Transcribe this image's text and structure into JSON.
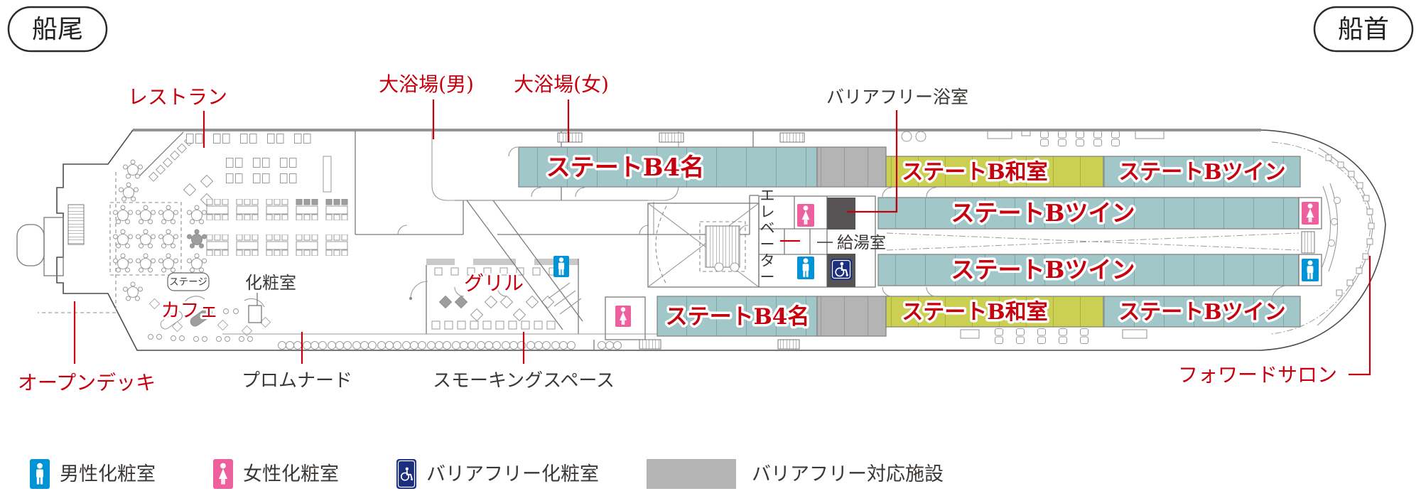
{
  "orientation": {
    "stern": "船尾",
    "bow": "船首"
  },
  "areas": {
    "restaurant": "レストラン",
    "bath_men": "大浴場(男)",
    "bath_women": "大浴場(女)",
    "barrier_free_bath": "バリアフリー浴室",
    "powder_room": "化粧室",
    "stage": "ステージ",
    "cafe": "カフェ",
    "grill": "グリル",
    "open_deck": "オープンデッキ",
    "promenade": "プロムナード",
    "smoking_space": "スモーキングスペース",
    "elevator": "エレベーター",
    "hot_water_room": "給湯室",
    "forward_salon": "フォワードサロン"
  },
  "cabins": {
    "state_b4": "ステートB4名",
    "state_b_washitsu": "ステートB和室",
    "state_b_twin": "ステートBツイン"
  },
  "legend": [
    {
      "icon": "mens-restroom-icon",
      "label": "男性化粧室",
      "color": "#0093d5"
    },
    {
      "icon": "womens-restroom-icon",
      "label": "女性化粧室",
      "color": "#ee5f9e"
    },
    {
      "icon": "barrier-free-restroom-icon",
      "label": "バリアフリー化粧室",
      "color": "#1b2f7e"
    },
    {
      "icon": "barrier-free-facility-swatch",
      "label": "バリアフリー対応施設",
      "color": "#b4b4b4"
    }
  ],
  "colors": {
    "label_red": "#c7000e",
    "cabin_teal": "#a2c7c9",
    "cabin_green": "#cbd052",
    "facility_gray": "#b4b4b4",
    "dark_room": "#575354",
    "men_blue": "#0093d5",
    "women_pink": "#ee5f9e",
    "wheelchair_navy": "#1b2f7e"
  }
}
